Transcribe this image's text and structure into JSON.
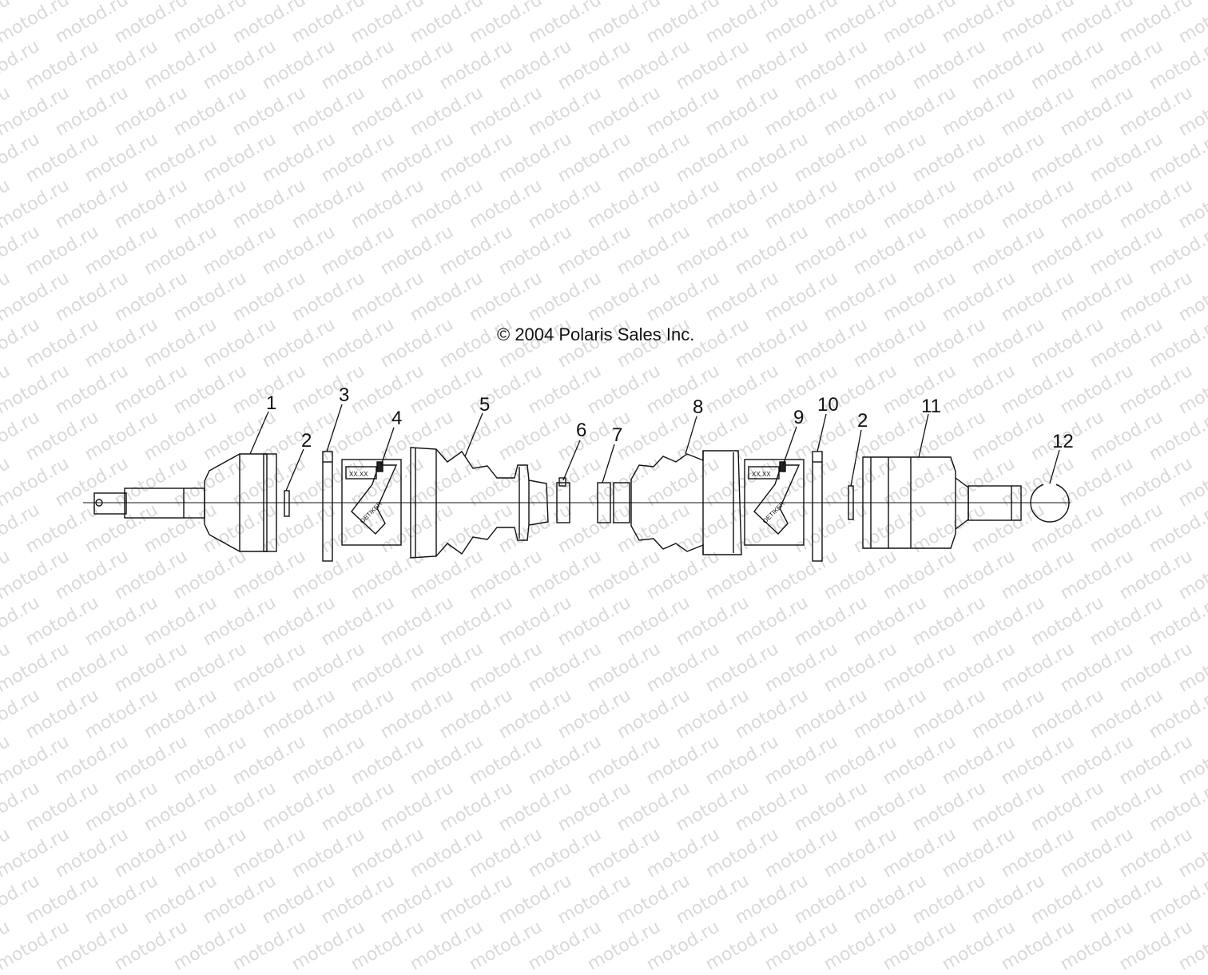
{
  "watermark": "motod.ru",
  "copyright": "© 2004 Polaris Sales Inc.",
  "callouts": [
    "1",
    "2",
    "3",
    "4",
    "5",
    "6",
    "7",
    "8",
    "9",
    "10",
    "2",
    "11",
    "12"
  ],
  "clamp_tags": [
    {
      "tag": "XX.XX",
      "label": "OETIKER"
    },
    {
      "tag": "XX.XX",
      "label": "OETIKER"
    }
  ]
}
